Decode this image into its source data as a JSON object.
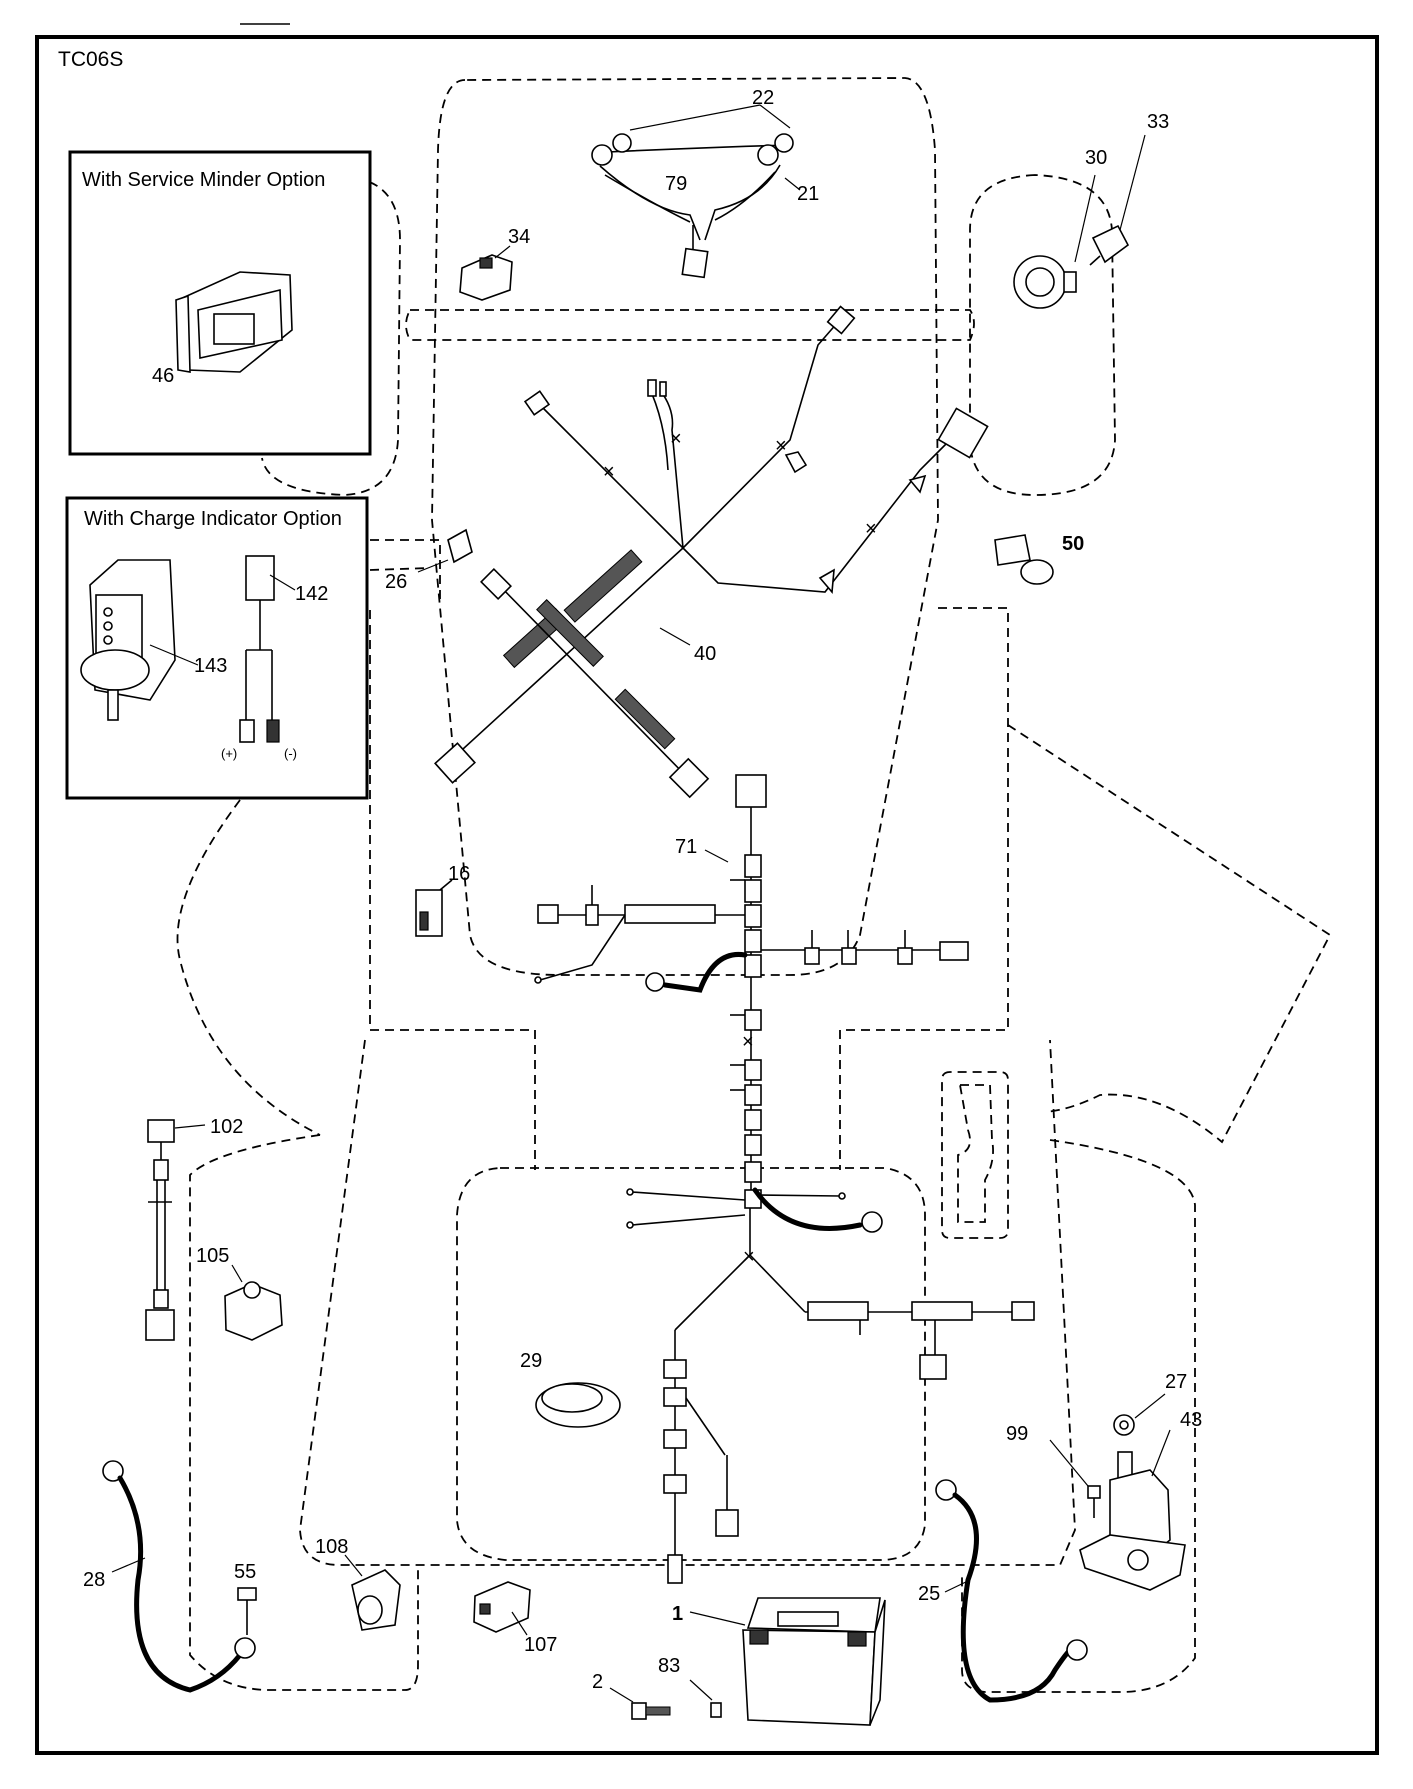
{
  "diagram_code": "TC06S",
  "options": {
    "service_minder": "With Service Minder Option",
    "charge_indicator": "With Charge Indicator Option",
    "polarity_pos": "(+)",
    "polarity_neg": "(-)"
  },
  "callouts": {
    "p1": "1",
    "p2": "2",
    "p16": "16",
    "p21": "21",
    "p22": "22",
    "p25": "25",
    "p26": "26",
    "p27": "27",
    "p28": "28",
    "p29": "29",
    "p30": "30",
    "p33": "33",
    "p34": "34",
    "p40": "40",
    "p43": "43",
    "p46": "46",
    "p50": "50",
    "p55": "55",
    "p71": "71",
    "p79": "79",
    "p83": "83",
    "p99": "99",
    "p102": "102",
    "p105": "105",
    "p107": "107",
    "p108": "108",
    "p142": "142",
    "p143": "143"
  }
}
